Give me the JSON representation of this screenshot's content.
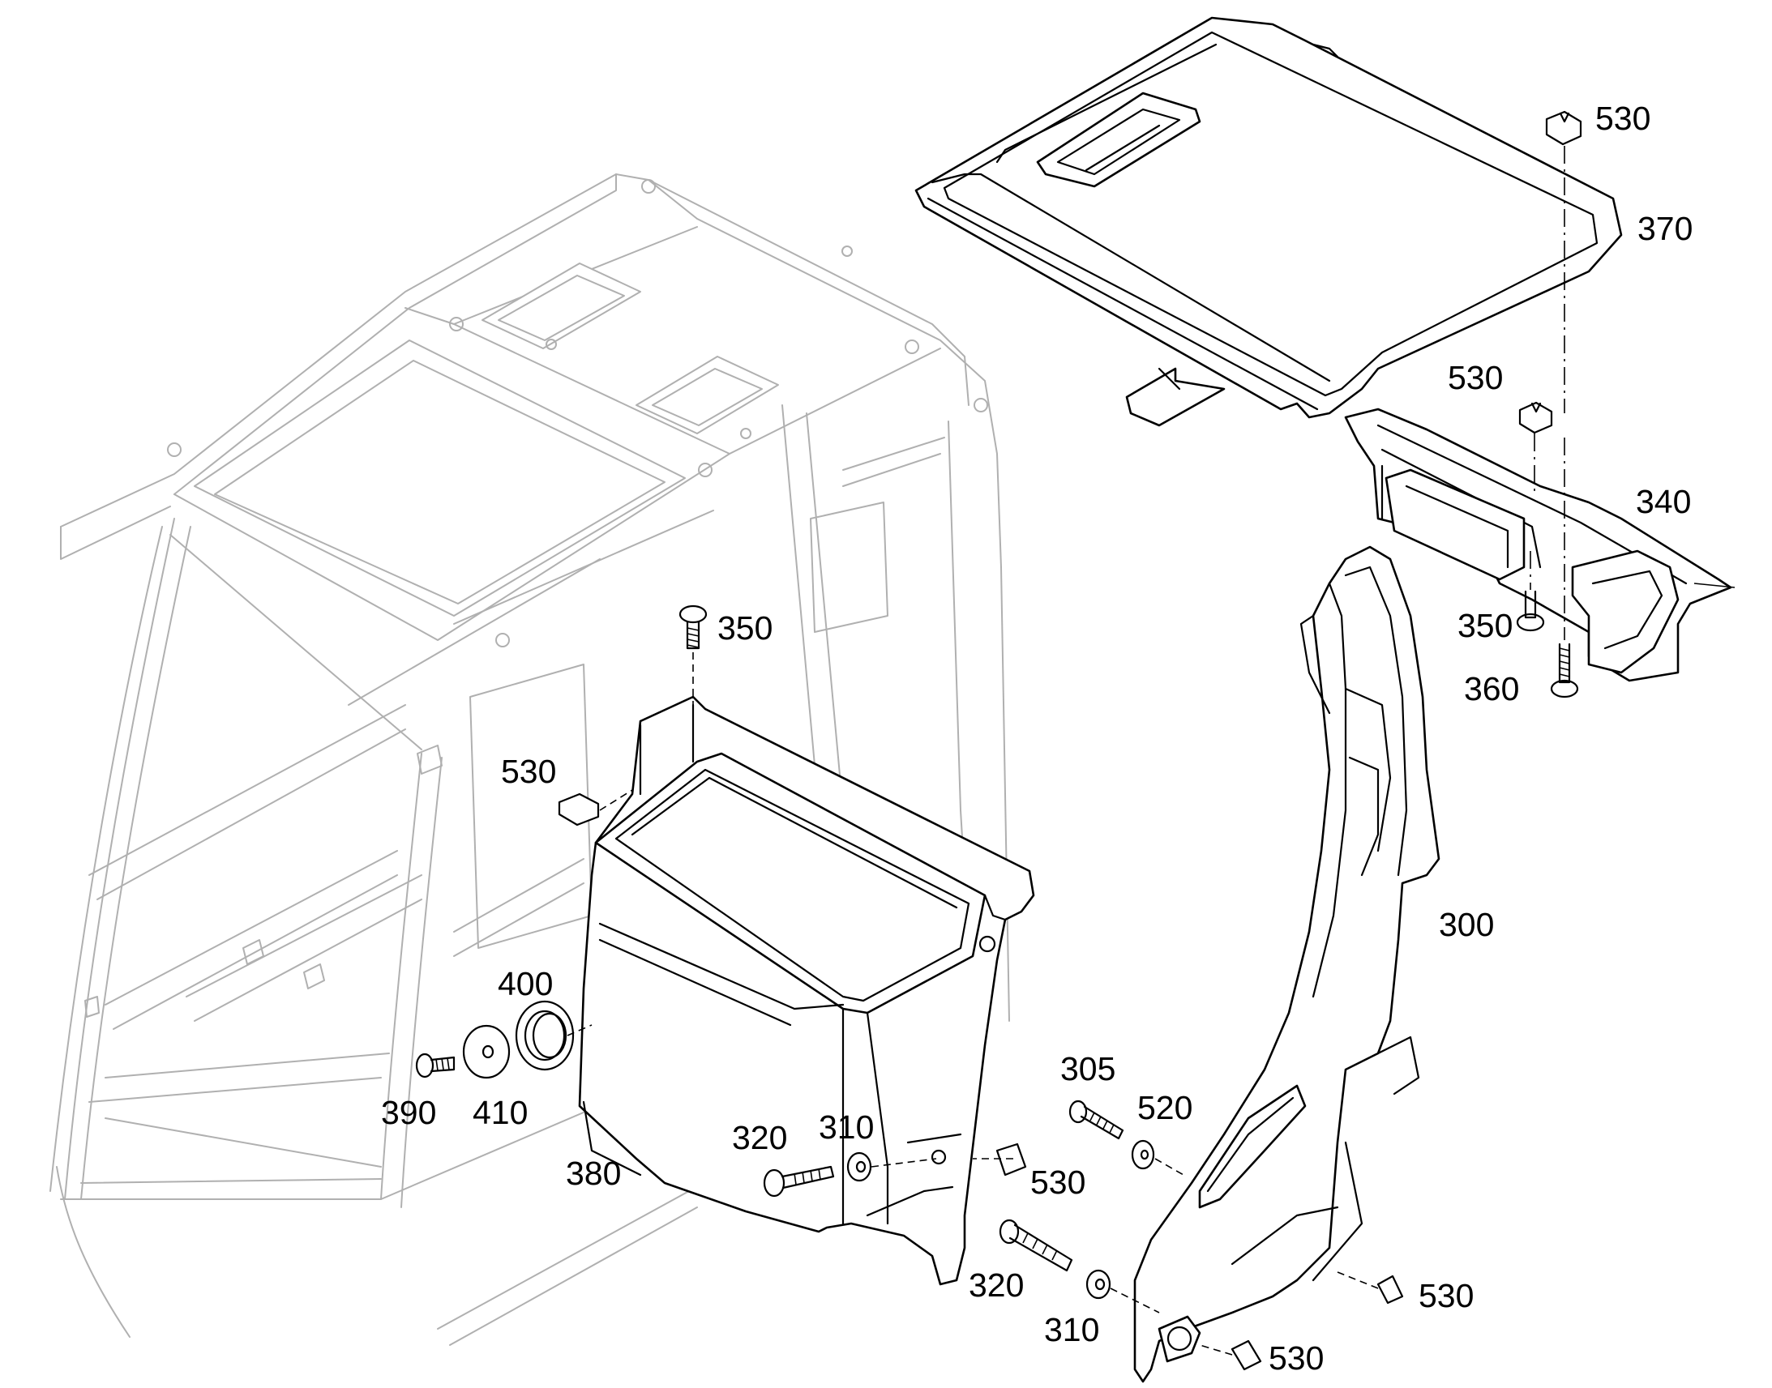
{
  "diagram": {
    "callouts": [
      {
        "id": "c-530-a",
        "label": "530"
      },
      {
        "id": "c-370",
        "label": "370"
      },
      {
        "id": "c-530-b",
        "label": "530"
      },
      {
        "id": "c-340",
        "label": "340"
      },
      {
        "id": "c-350-a",
        "label": "350"
      },
      {
        "id": "c-360",
        "label": "360"
      },
      {
        "id": "c-350-b",
        "label": "350"
      },
      {
        "id": "c-530-c",
        "label": "530"
      },
      {
        "id": "c-300",
        "label": "300"
      },
      {
        "id": "c-400",
        "label": "400"
      },
      {
        "id": "c-390",
        "label": "390"
      },
      {
        "id": "c-410",
        "label": "410"
      },
      {
        "id": "c-305",
        "label": "305"
      },
      {
        "id": "c-520",
        "label": "520"
      },
      {
        "id": "c-320-a",
        "label": "320"
      },
      {
        "id": "c-310-a",
        "label": "310"
      },
      {
        "id": "c-530-d",
        "label": "530"
      },
      {
        "id": "c-380",
        "label": "380"
      },
      {
        "id": "c-320-b",
        "label": "320"
      },
      {
        "id": "c-310-b",
        "label": "310"
      },
      {
        "id": "c-530-e",
        "label": "530"
      },
      {
        "id": "c-530-f",
        "label": "530"
      }
    ],
    "colors": {
      "line": "#000000",
      "ghost_line": "#b0b0b0",
      "background": "#ffffff"
    }
  }
}
